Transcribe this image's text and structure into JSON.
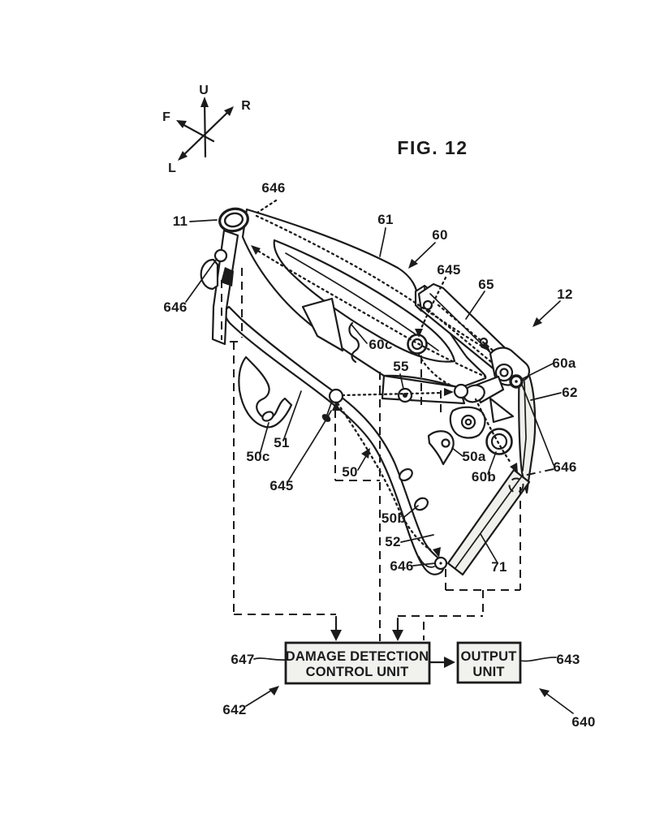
{
  "page": {
    "background": "#ffffff",
    "ink": "#1b1b1b",
    "shade": "#f0f0ec"
  },
  "figure_title": "FIG. 12",
  "axis": {
    "up": "U",
    "right": "R",
    "forward": "F",
    "left": "L"
  },
  "part_labels": [
    {
      "ref": "646-top",
      "text": "646"
    },
    {
      "ref": "11",
      "text": "11"
    },
    {
      "ref": "646-left",
      "text": "646"
    },
    {
      "ref": "61",
      "text": "61"
    },
    {
      "ref": "60",
      "text": "60"
    },
    {
      "ref": "645-top",
      "text": "645"
    },
    {
      "ref": "65",
      "text": "65"
    },
    {
      "ref": "12",
      "text": "12"
    },
    {
      "ref": "60c",
      "text": "60c"
    },
    {
      "ref": "55",
      "text": "55"
    },
    {
      "ref": "60a",
      "text": "60a"
    },
    {
      "ref": "62",
      "text": "62"
    },
    {
      "ref": "50c",
      "text": "50c"
    },
    {
      "ref": "51",
      "text": "51"
    },
    {
      "ref": "645-bottom",
      "text": "645"
    },
    {
      "ref": "50",
      "text": "50"
    },
    {
      "ref": "646-right",
      "text": "646"
    },
    {
      "ref": "50a",
      "text": "50a"
    },
    {
      "ref": "60b",
      "text": "60b"
    },
    {
      "ref": "50b",
      "text": "50b"
    },
    {
      "ref": "52",
      "text": "52"
    },
    {
      "ref": "646-bottom",
      "text": "646"
    },
    {
      "ref": "71",
      "text": "71"
    },
    {
      "ref": "647",
      "text": "647"
    },
    {
      "ref": "642",
      "text": "642"
    },
    {
      "ref": "643",
      "text": "643"
    },
    {
      "ref": "640",
      "text": "640"
    }
  ],
  "blocks": {
    "damage_unit_line1": "DAMAGE DETECTION",
    "damage_unit_line2": "CONTROL UNIT",
    "output_unit_line1": "OUTPUT",
    "output_unit_line2": "UNIT"
  }
}
